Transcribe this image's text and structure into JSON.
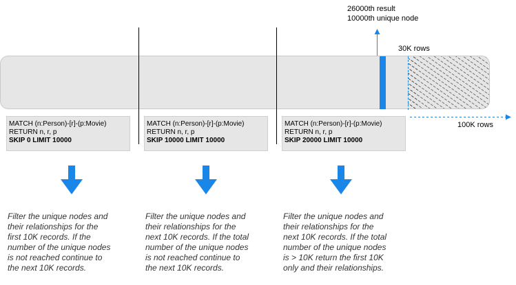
{
  "top_annotation": {
    "line1": "26000th result",
    "line2": "10000th unique node"
  },
  "labels": {
    "rows_30k": "30K rows",
    "rows_100k": "100K rows"
  },
  "queries": [
    {
      "line1": "MATCH (n:Person)-[r]-(p:Movie)",
      "line2": "RETURN n, r, p",
      "line3": "SKIP 0 LIMIT 10000"
    },
    {
      "line1": "MATCH (n:Person)-[r]-(p:Movie)",
      "line2": "RETURN n, r, p",
      "line3": "SKIP 10000 LIMIT 10000"
    },
    {
      "line1": "MATCH (n:Person)-[r]-(p:Movie)",
      "line2": "RETURN n, r, p",
      "line3": "SKIP 20000 LIMIT 10000"
    }
  ],
  "descriptions": [
    {
      "lines": [
        "Filter the unique nodes and",
        "their relationships for the",
        "first 10K records. If the",
        "number of the unique nodes",
        "is not reached continue to",
        "the next 10K records."
      ]
    },
    {
      "lines": [
        "Filter the unique nodes and",
        "their relationships for the",
        "next 10K records. If the total",
        "number of the unique nodes",
        "is not reached continue to",
        "the next 10K records."
      ]
    },
    {
      "lines": [
        "Filter the unique nodes and",
        "their relationships for the",
        "next 10K records. If the total",
        "number of the unique nodes",
        "is > 10K return the first 10K",
        "only and their relationships."
      ]
    }
  ],
  "colors": {
    "accent_blue": "#1a86e8",
    "bar_fill": "#e6e6e6"
  }
}
